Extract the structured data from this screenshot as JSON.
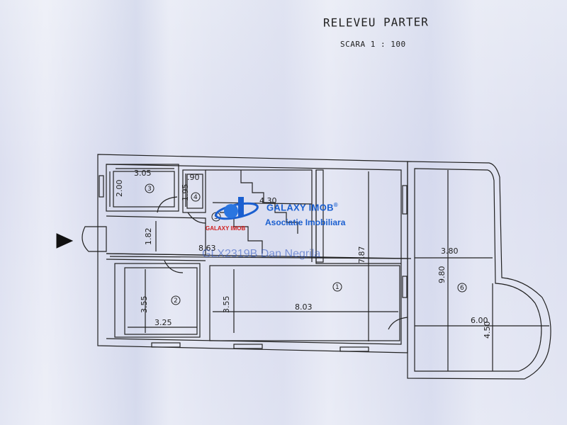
{
  "plan": {
    "title": "RELEVEU PARTER",
    "scale": "SCARA 1 : 100"
  },
  "dimensions": {
    "d305": "3.05",
    "d200": "2.00",
    "d090": ".90",
    "d195": "1.95",
    "d430": "4.30",
    "d182": "1.82",
    "d863": "8.63",
    "d787": "7.87",
    "d380": "3.80",
    "d980": "9.80",
    "d355a": "3.55",
    "d355b": "3.55",
    "d325": "3.25",
    "d803": "8.03",
    "d600": "6.00",
    "d450": "4.50"
  },
  "rooms": [
    "1",
    "2",
    "3",
    "4",
    "5",
    "6"
  ],
  "watermark": {
    "brand": "GALAXY IMOB",
    "registered": "®",
    "subtitle": "Asociatie Imobiliara",
    "small": "GALAXY IMOB",
    "reference": "GLX2319B Dan Negrila"
  },
  "icons": {
    "entrance": "entrance-arrow-icon",
    "logo": "galaxy-logo-icon"
  },
  "colors": {
    "paper": "#dfe3f1",
    "ink": "#222222",
    "watermark_blue": "#1a5fd0",
    "watermark_red": "#d02020"
  }
}
